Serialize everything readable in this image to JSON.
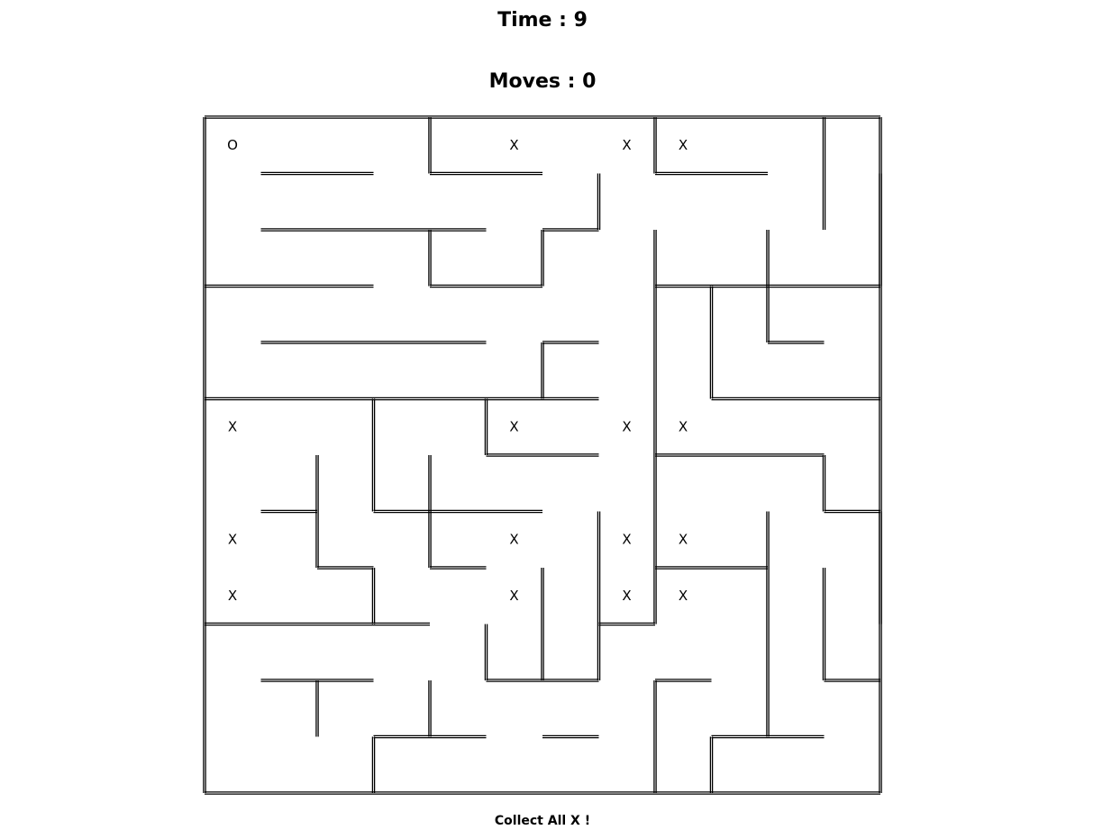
{
  "hud": {
    "time_label": "Time :",
    "time_value": "9",
    "moves_label": "Moves :",
    "moves_value": "0"
  },
  "instruction": "Collect All X !",
  "maze": {
    "columns": 12,
    "rows": 12,
    "player": {
      "symbol": "O",
      "row": 0,
      "col": 0
    },
    "collectible_symbol": "X",
    "collectibles": [
      [
        0,
        5
      ],
      [
        0,
        7
      ],
      [
        0,
        8
      ],
      [
        5,
        0
      ],
      [
        5,
        5
      ],
      [
        5,
        7
      ],
      [
        5,
        8
      ],
      [
        7,
        0
      ],
      [
        7,
        5
      ],
      [
        7,
        7
      ],
      [
        7,
        8
      ],
      [
        8,
        0
      ],
      [
        8,
        5
      ],
      [
        8,
        7
      ],
      [
        8,
        8
      ]
    ],
    "h_walls": [
      [
        1,
        1
      ],
      [
        1,
        2
      ],
      [
        1,
        4
      ],
      [
        1,
        5
      ],
      [
        1,
        8
      ],
      [
        1,
        9
      ],
      [
        2,
        1
      ],
      [
        2,
        2
      ],
      [
        2,
        3
      ],
      [
        2,
        4
      ],
      [
        2,
        6
      ],
      [
        3,
        0
      ],
      [
        3,
        1
      ],
      [
        3,
        2
      ],
      [
        3,
        4
      ],
      [
        3,
        5
      ],
      [
        3,
        8
      ],
      [
        3,
        9
      ],
      [
        3,
        10
      ],
      [
        3,
        11
      ],
      [
        4,
        1
      ],
      [
        4,
        2
      ],
      [
        4,
        3
      ],
      [
        4,
        4
      ],
      [
        4,
        6
      ],
      [
        4,
        10
      ],
      [
        5,
        0
      ],
      [
        5,
        1
      ],
      [
        5,
        2
      ],
      [
        5,
        3
      ],
      [
        5,
        4
      ],
      [
        5,
        5
      ],
      [
        5,
        6
      ],
      [
        5,
        9
      ],
      [
        5,
        10
      ],
      [
        5,
        11
      ],
      [
        6,
        5
      ],
      [
        6,
        6
      ],
      [
        6,
        8
      ],
      [
        6,
        9
      ],
      [
        6,
        10
      ],
      [
        7,
        1
      ],
      [
        7,
        3
      ],
      [
        7,
        4
      ],
      [
        7,
        5
      ],
      [
        7,
        11
      ],
      [
        8,
        2
      ],
      [
        8,
        4
      ],
      [
        8,
        8
      ],
      [
        8,
        9
      ],
      [
        9,
        0
      ],
      [
        9,
        1
      ],
      [
        9,
        2
      ],
      [
        9,
        3
      ],
      [
        9,
        7
      ],
      [
        10,
        1
      ],
      [
        10,
        2
      ],
      [
        10,
        5
      ],
      [
        10,
        6
      ],
      [
        10,
        8
      ],
      [
        10,
        11
      ],
      [
        11,
        3
      ],
      [
        11,
        4
      ],
      [
        11,
        6
      ],
      [
        11,
        9
      ],
      [
        11,
        10
      ]
    ],
    "v_walls": [
      [
        0,
        3
      ],
      [
        0,
        7
      ],
      [
        0,
        10
      ],
      [
        1,
        6
      ],
      [
        1,
        10
      ],
      [
        1,
        11
      ],
      [
        2,
        3
      ],
      [
        2,
        5
      ],
      [
        2,
        7
      ],
      [
        2,
        9
      ],
      [
        2,
        11
      ],
      [
        3,
        7
      ],
      [
        3,
        8
      ],
      [
        3,
        9
      ],
      [
        4,
        5
      ],
      [
        4,
        7
      ],
      [
        4,
        8
      ],
      [
        5,
        2
      ],
      [
        5,
        4
      ],
      [
        5,
        7
      ],
      [
        6,
        1
      ],
      [
        6,
        2
      ],
      [
        6,
        3
      ],
      [
        6,
        7
      ],
      [
        6,
        10
      ],
      [
        7,
        1
      ],
      [
        7,
        3
      ],
      [
        7,
        6
      ],
      [
        7,
        7
      ],
      [
        7,
        9
      ],
      [
        7,
        11
      ],
      [
        8,
        2
      ],
      [
        8,
        5
      ],
      [
        8,
        6
      ],
      [
        8,
        7
      ],
      [
        8,
        9
      ],
      [
        8,
        10
      ],
      [
        8,
        11
      ],
      [
        9,
        4
      ],
      [
        9,
        5
      ],
      [
        9,
        6
      ],
      [
        9,
        9
      ],
      [
        9,
        10
      ],
      [
        10,
        1
      ],
      [
        10,
        3
      ],
      [
        10,
        7
      ],
      [
        10,
        9
      ],
      [
        11,
        2
      ],
      [
        11,
        7
      ],
      [
        11,
        8
      ]
    ]
  }
}
